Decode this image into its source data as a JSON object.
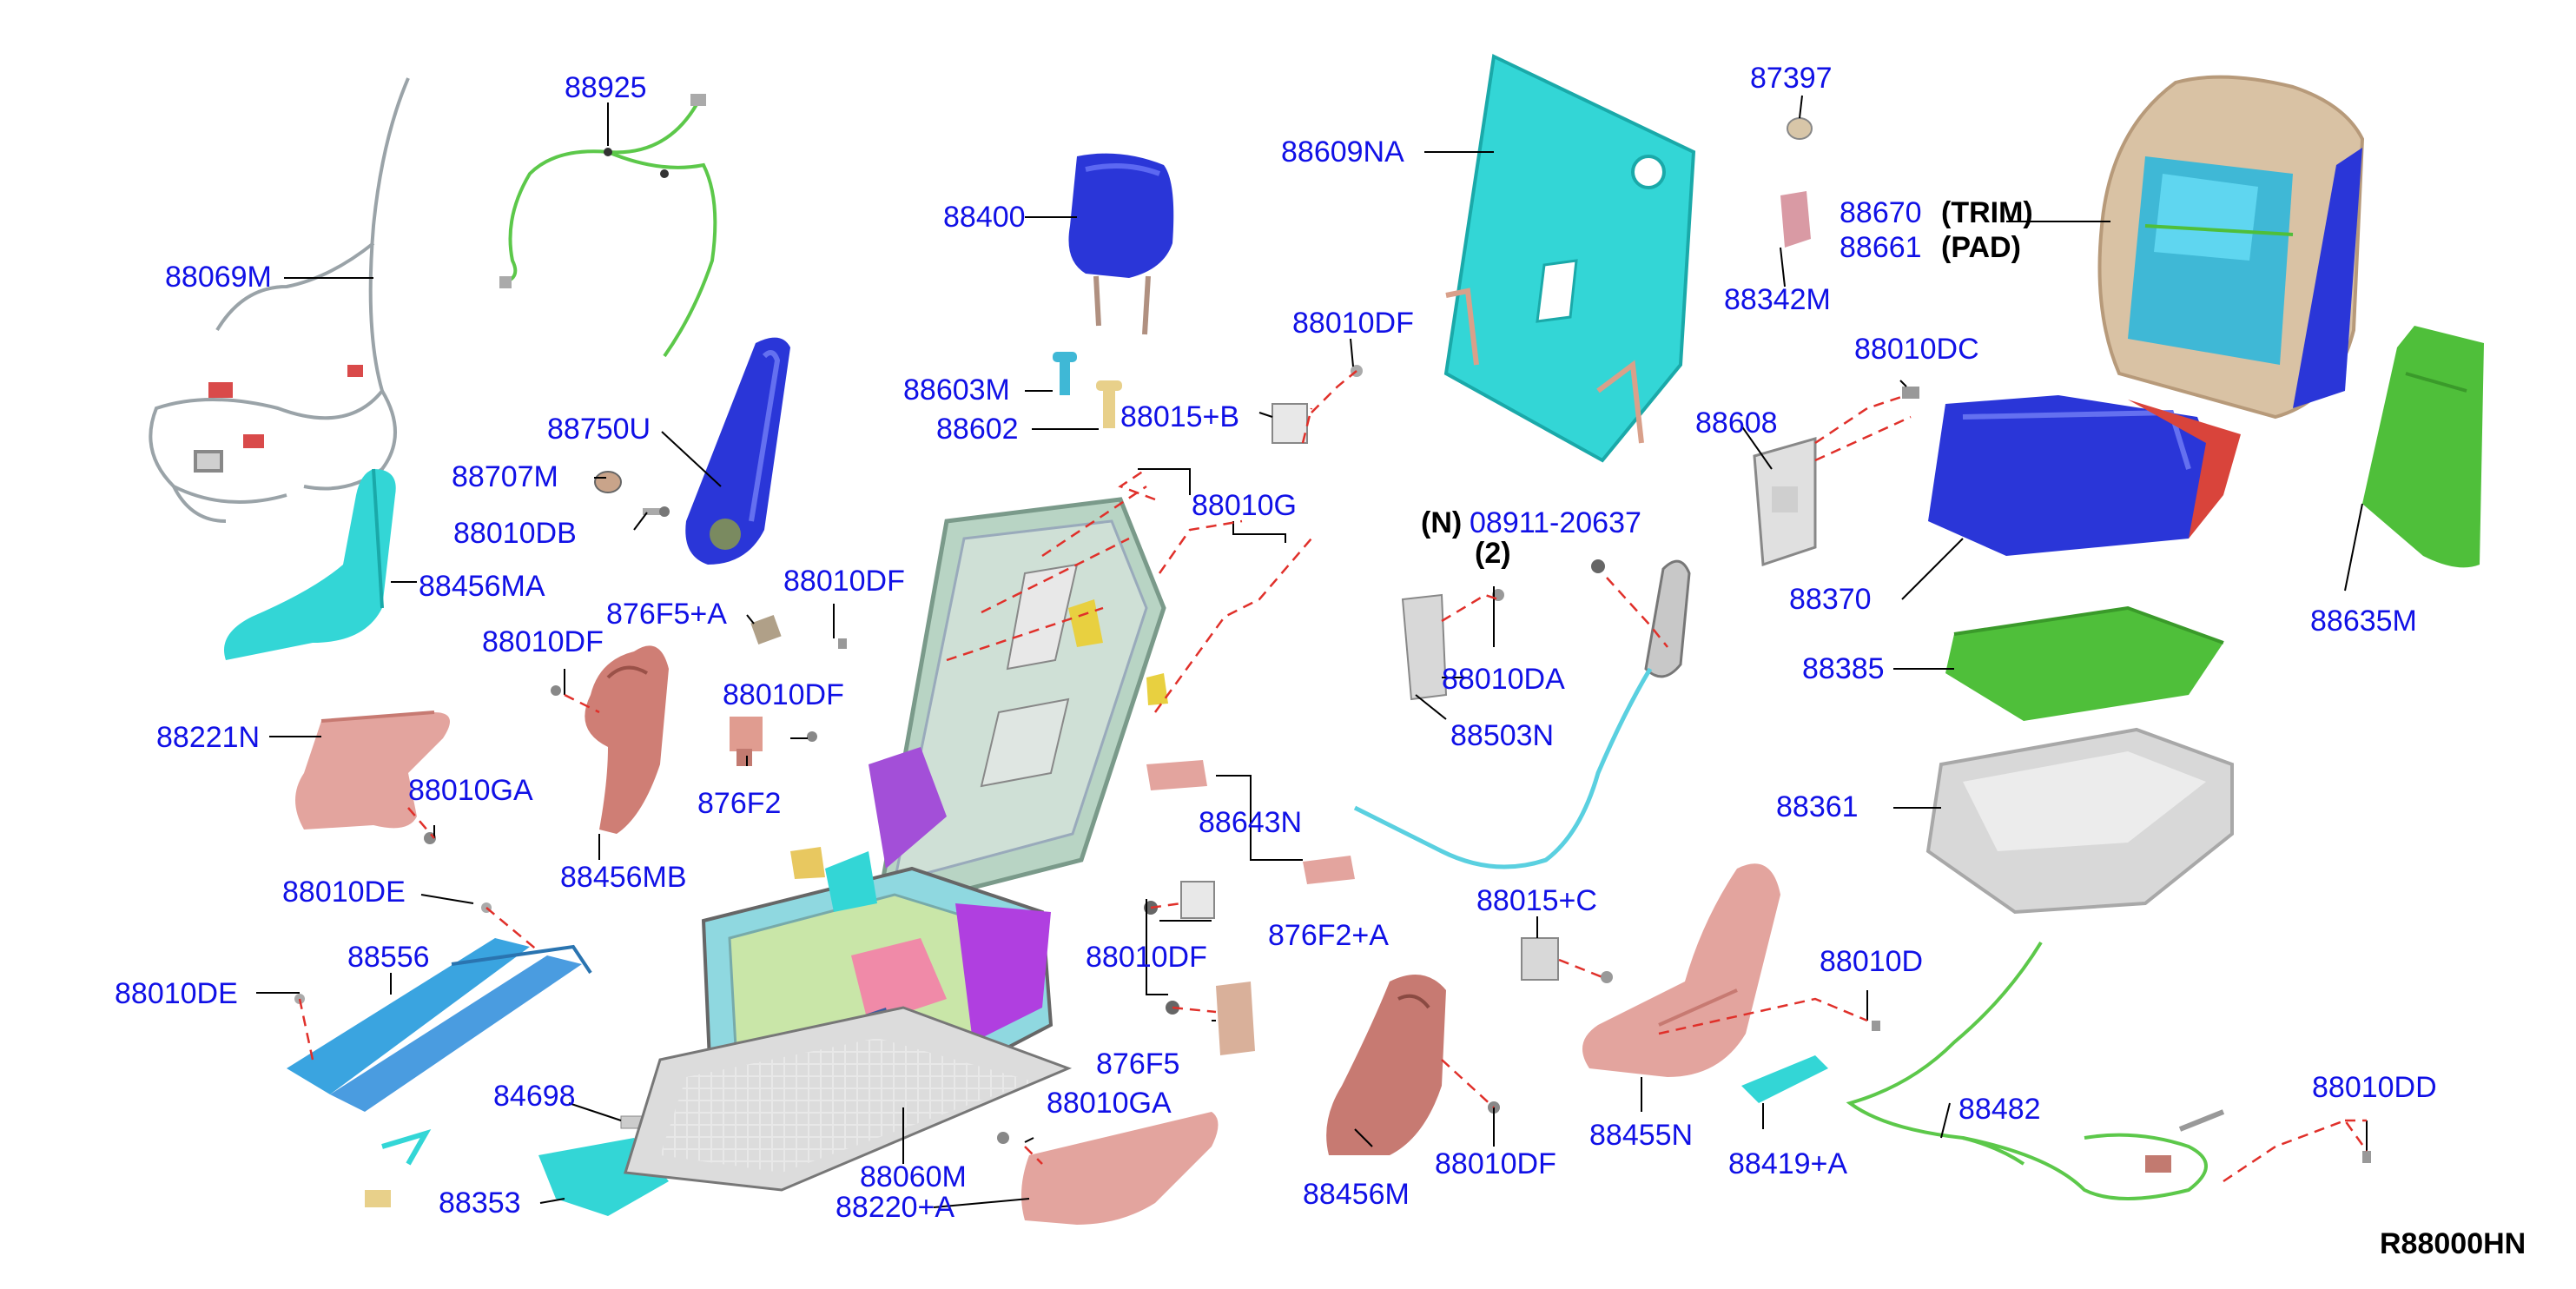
{
  "diagram_id": "R88000HN",
  "colors": {
    "label": "#1010e6",
    "leader": "#000000",
    "dashed": "#e0302a",
    "cyan": "#33d6d6",
    "blue": "#2a36d8",
    "pink": "#e3a49e",
    "green": "#4fbf3a",
    "gray": "#d8d8d8",
    "tan": "#d9c2a4",
    "red": "#d9443b"
  },
  "parts": [
    {
      "id": "88925",
      "label": "88925"
    },
    {
      "id": "88069M",
      "label": "88069M"
    },
    {
      "id": "88750U",
      "label": "88750U"
    },
    {
      "id": "88707M",
      "label": "88707M"
    },
    {
      "id": "88010DB",
      "label": "88010DB"
    },
    {
      "id": "88456MA",
      "label": "88456MA"
    },
    {
      "id": "876F5A",
      "label": "876F5+A"
    },
    {
      "id": "88010DF_1",
      "label": "88010DF"
    },
    {
      "id": "88010DF_2",
      "label": "88010DF"
    },
    {
      "id": "88010DF_3",
      "label": "88010DF"
    },
    {
      "id": "88221N",
      "label": "88221N"
    },
    {
      "id": "88010GA_1",
      "label": "88010GA"
    },
    {
      "id": "876F2",
      "label": "876F2"
    },
    {
      "id": "88456MB",
      "label": "88456MB"
    },
    {
      "id": "88010DE_1",
      "label": "88010DE"
    },
    {
      "id": "88556",
      "label": "88556"
    },
    {
      "id": "88010DE_2",
      "label": "88010DE"
    },
    {
      "id": "84698",
      "label": "84698"
    },
    {
      "id": "88353",
      "label": "88353"
    },
    {
      "id": "88400",
      "label": "88400"
    },
    {
      "id": "88603M",
      "label": "88603M"
    },
    {
      "id": "88602",
      "label": "88602"
    },
    {
      "id": "88015B",
      "label": "88015+B"
    },
    {
      "id": "88010DF_4",
      "label": "88010DF"
    },
    {
      "id": "88010G",
      "label": "88010G"
    },
    {
      "id": "88643N",
      "label": "88643N"
    },
    {
      "id": "88010DF_5",
      "label": "88010DF"
    },
    {
      "id": "876F2A",
      "label": "876F2+A"
    },
    {
      "id": "876F5",
      "label": "876F5"
    },
    {
      "id": "88010GA_2",
      "label": "88010GA"
    },
    {
      "id": "88060M",
      "label": "88060M"
    },
    {
      "id": "88220A",
      "label": "88220+A"
    },
    {
      "id": "88609NA",
      "label": "88609NA"
    },
    {
      "id": "08911",
      "label": "08911-20637"
    },
    {
      "id": "88010DA",
      "label": "88010DA"
    },
    {
      "id": "88503N",
      "label": "88503N"
    },
    {
      "id": "88015C",
      "label": "88015+C"
    },
    {
      "id": "88456M",
      "label": "88456M"
    },
    {
      "id": "88010DF_6",
      "label": "88010DF"
    },
    {
      "id": "88455N",
      "label": "88455N"
    },
    {
      "id": "88419A",
      "label": "88419+A"
    },
    {
      "id": "88010D",
      "label": "88010D"
    },
    {
      "id": "87397",
      "label": "87397"
    },
    {
      "id": "88342M",
      "label": "88342M"
    },
    {
      "id": "88670",
      "label": "88670"
    },
    {
      "id": "88661",
      "label": "88661"
    },
    {
      "id": "88010DC",
      "label": "88010DC"
    },
    {
      "id": "88608",
      "label": "88608"
    },
    {
      "id": "88370",
      "label": "88370"
    },
    {
      "id": "88635M",
      "label": "88635M"
    },
    {
      "id": "88385",
      "label": "88385"
    },
    {
      "id": "88361",
      "label": "88361"
    },
    {
      "id": "88482",
      "label": "88482"
    },
    {
      "id": "88010DD",
      "label": "88010DD"
    }
  ],
  "notes": {
    "trim": "(TRIM)",
    "pad": "(PAD)",
    "n_prefix": "(N)",
    "qty": "(2)"
  }
}
